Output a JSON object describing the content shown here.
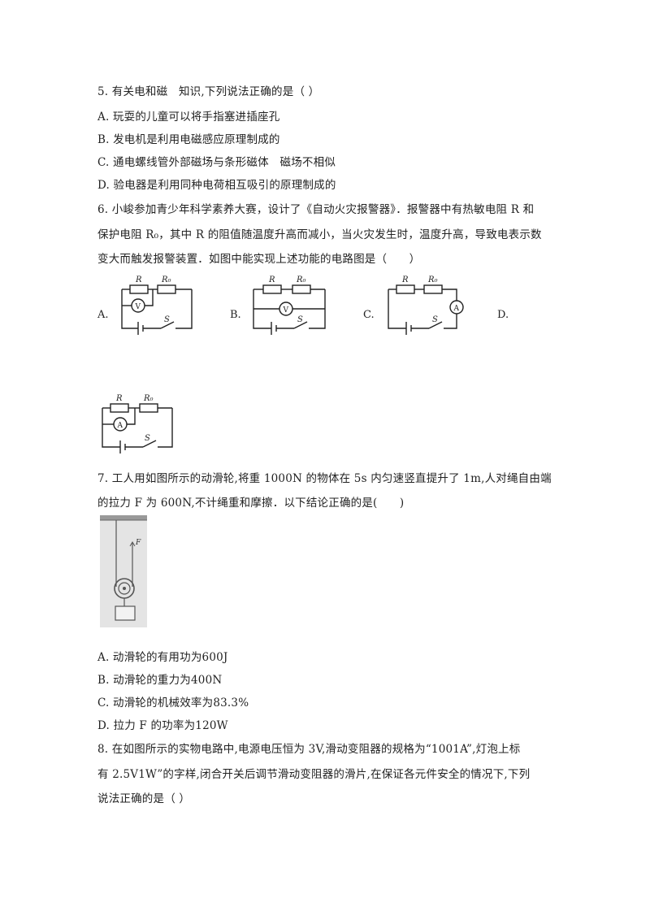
{
  "q5": {
    "stem": "5. 有关电和磁　知识,下列说法正确的是（ ）",
    "a": "A. 玩耍的儿童可以将手指塞进插座孔",
    "b": "B. 发电机是利用电磁感应原理制成的",
    "c": "C. 通电螺线管外部磁场与条形磁体　磁场不相似",
    "d": "D. 验电器是利用同种电荷相互吸引的原理制成的"
  },
  "q6": {
    "line1": "6. 小峻参加青少年科学素养大赛，设计了《自动火灾报警器》．报警器中有热敏电阻 R 和",
    "line2": "保护电阻 R₀，其中 R 的阻值随温度升高而减小，当火灾发生时，温度升高，导致电表示数",
    "line3": "变大而触发报警装置．如图中能实现上述功能的电路图是（　　）",
    "labels": [
      "A.",
      "B.",
      "C.",
      "D."
    ],
    "resistor_r": "R",
    "resistor_r0": "R₀",
    "switch": "S",
    "voltmeter": "V",
    "ammeter": "A"
  },
  "q7": {
    "line1": "7. 工人用如图所示的动滑轮,将重 1000N 的物体在 5s 内匀速竖直提升了 1m,人对绳自由端",
    "line2": "的拉力 F 为 600N,不计绳重和摩擦．以下结论正确的是(　　)",
    "force": "F",
    "a": "A. 动滑轮的有用功为600J",
    "b": "B. 动滑轮的重力为400N",
    "c": "C. 动滑轮的机械效率为83.3%",
    "d": "D. 拉力 F 的功率为120W"
  },
  "q8": {
    "line1": "8. 在如图所示的实物电路中,电源电压恒为 3V,滑动变阻器的规格为“1001A”,灯泡上标",
    "line2": "有 2.5V1W”的字样,闭合开关后调节滑动变阻器的滑片,在保证各元件安全的情况下,下列",
    "line3": "说法正确的是（ ）"
  }
}
